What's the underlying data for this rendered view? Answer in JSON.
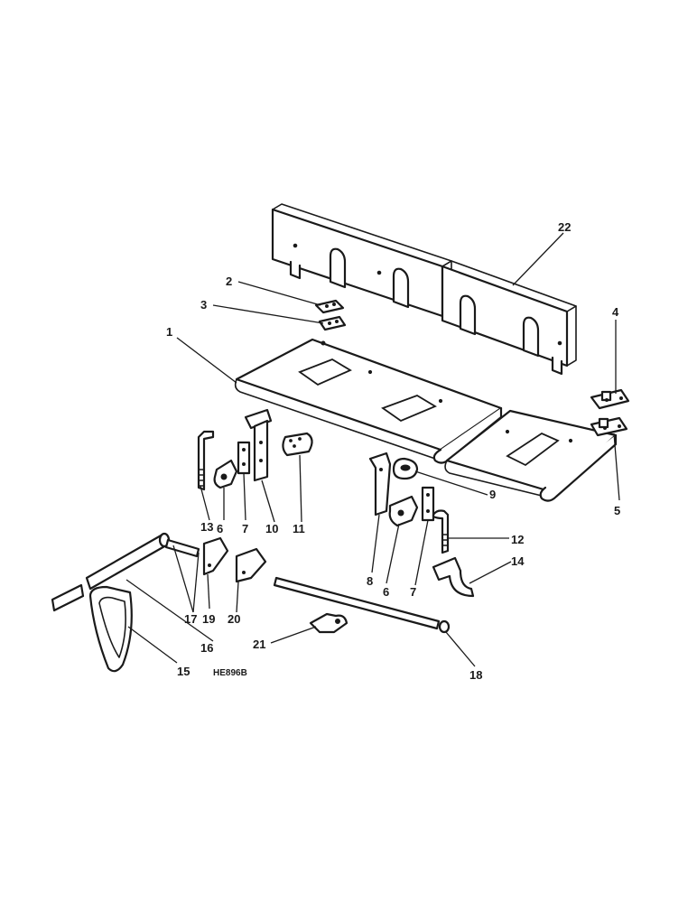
{
  "callouts": {
    "c1": "1",
    "c2": "2",
    "c3": "3",
    "c4": "4",
    "c5": "5",
    "c6a": "6",
    "c6b": "6",
    "c7a": "7",
    "c7b": "7",
    "c8": "8",
    "c9": "9",
    "c10": "10",
    "c11": "11",
    "c12": "12",
    "c13": "13",
    "c14": "14",
    "c15": "15",
    "c16": "16",
    "c17": "17",
    "c18": "18",
    "c19": "19",
    "c20": "20",
    "c21": "21",
    "c22": "22"
  },
  "figure_code": "HE896B"
}
